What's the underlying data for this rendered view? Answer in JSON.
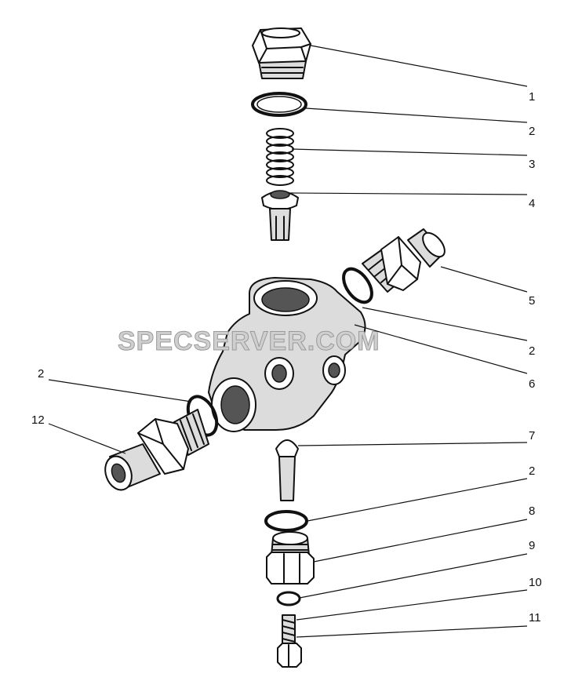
{
  "callouts": [
    {
      "id": "c1",
      "label": "1"
    },
    {
      "id": "c2a",
      "label": "2"
    },
    {
      "id": "c3",
      "label": "3"
    },
    {
      "id": "c4",
      "label": "4"
    },
    {
      "id": "c5",
      "label": "5"
    },
    {
      "id": "c2b",
      "label": "2"
    },
    {
      "id": "c6",
      "label": "6"
    },
    {
      "id": "c2c",
      "label": "2"
    },
    {
      "id": "c12",
      "label": "12"
    },
    {
      "id": "c7",
      "label": "7"
    },
    {
      "id": "c2d",
      "label": "2"
    },
    {
      "id": "c8",
      "label": "8"
    },
    {
      "id": "c9",
      "label": "9"
    },
    {
      "id": "c10",
      "label": "10"
    },
    {
      "id": "c11",
      "label": "11"
    }
  ],
  "watermark": "SPECSERVER.COM"
}
